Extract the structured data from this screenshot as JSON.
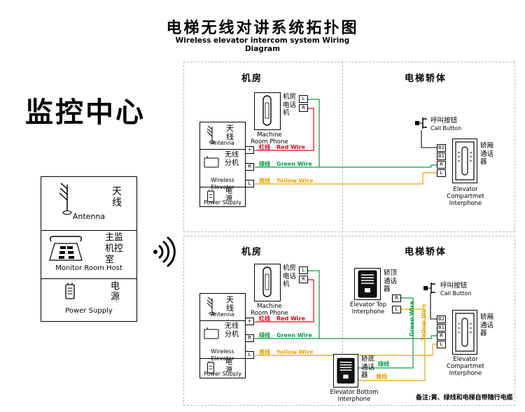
{
  "header": {
    "title_cn": "电梯无线对讲系统拓扑图",
    "title_en": "Wireless elevator intercom system Wiring Diagram"
  },
  "monitor_center": {
    "title": "监控中心",
    "antenna_cn": "天线",
    "antenna_en": "Antenna",
    "host_cn1": "主监",
    "host_cn2": "机控",
    "host_cn3": "室",
    "host_en": "Monitor Room Host",
    "power_cn": "电源",
    "power_en": "Power Supply"
  },
  "sections": {
    "machine_room": "机房",
    "elevator_car": "电梯轿体"
  },
  "machine_phone": {
    "cn": "机房电话机",
    "en": "Machine Room Phone",
    "t_l": "L",
    "t_r": "R"
  },
  "wireless_box": {
    "antenna_cn": "天线",
    "antenna_en": "Antenna",
    "ext_cn1": "无线",
    "ext_cn2": "分机",
    "ext_en": "Wireless Elevator",
    "power_cn": "电源",
    "power_en": "Power Supply",
    "t_plus": "+",
    "t_r": "R",
    "t_l": "L"
  },
  "wires": {
    "red_cn": "红线",
    "red_en": "Red Wire",
    "green_cn": "绿线",
    "green_en": "Green Wire",
    "yellow_cn": "黄线",
    "yellow_en": "Yellow Wire",
    "green_vertical": "Green Wire",
    "yellow_vertical": "Yellow Wire"
  },
  "call_button": {
    "cn": "呼叫按钮",
    "en": "Call Button"
  },
  "compartment_interphone": {
    "cn": "轿厢通话器",
    "en": "Elevator Compartmet Interphone",
    "t_b2": "B2",
    "t_b1": "B1",
    "t_r": "R",
    "t_l": "L"
  },
  "top_interphone": {
    "cn": "轿顶通话器",
    "en": "Elevator Top Interphone",
    "t_r": "R",
    "t_l": "L"
  },
  "bottom_interphone": {
    "cn": "轿底通话器",
    "en": "Elevator Bottom Interphone",
    "green_cn": "绿线",
    "yellow_cn": "黄线"
  },
  "note": "备注:黄、绿线和电梯自带随行电缆",
  "colors": {
    "red": "#e60012",
    "green": "#00a040",
    "yellow": "#f0a000",
    "black": "#000000"
  }
}
